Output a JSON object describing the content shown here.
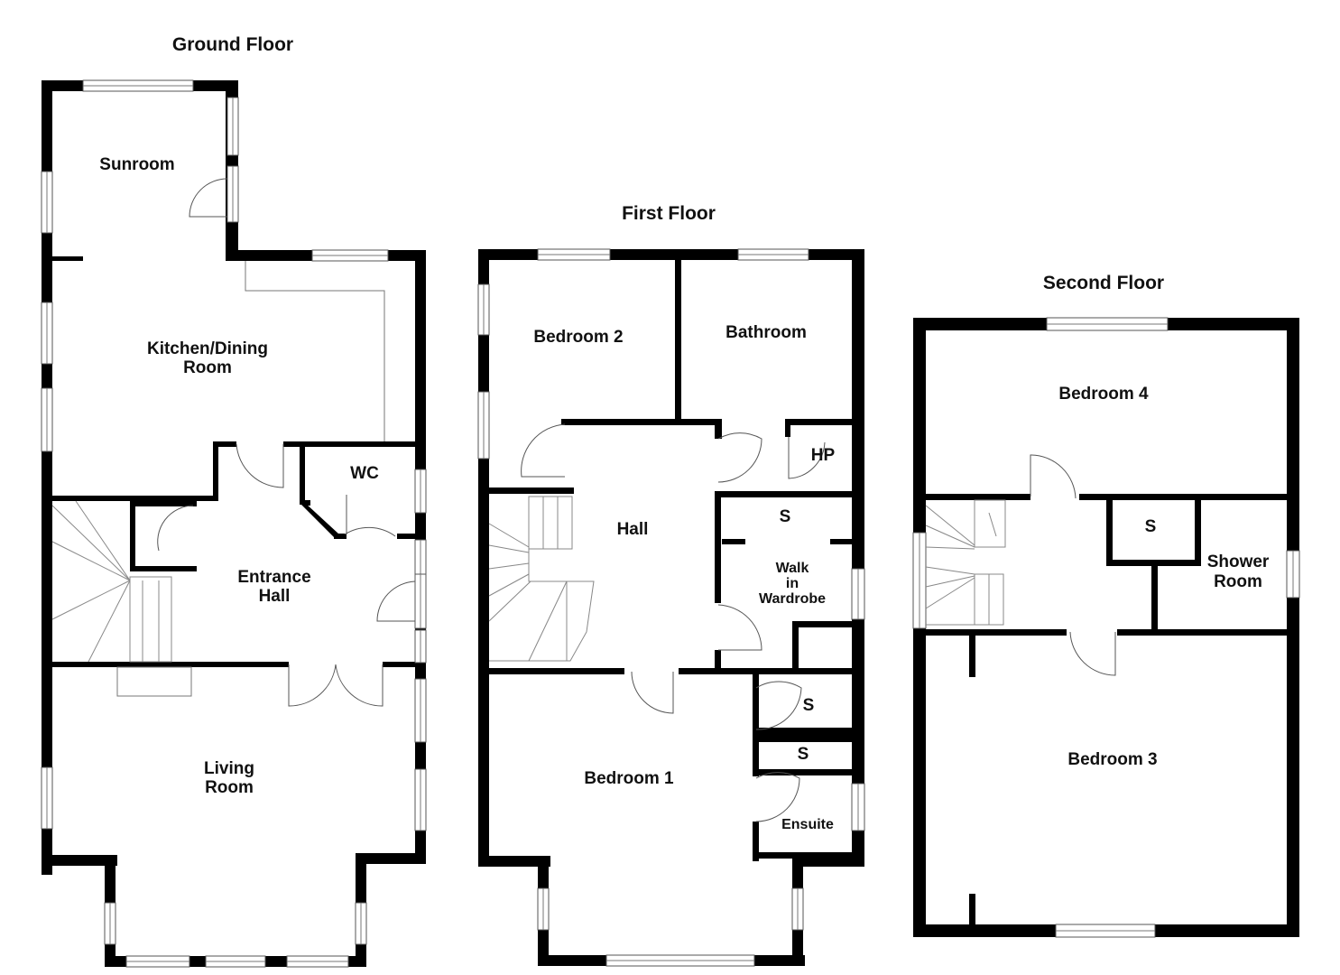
{
  "floors": {
    "ground": {
      "title": "Ground Floor",
      "rooms": {
        "sunroom": "Sunroom",
        "kitchen_line1": "Kitchen/Dining",
        "kitchen_line2": "Room",
        "wc": "WC",
        "entrance_line1": "Entrance",
        "entrance_line2": "Hall",
        "living_line1": "Living",
        "living_line2": "Room"
      }
    },
    "first": {
      "title": "First Floor",
      "rooms": {
        "bedroom2": "Bedroom 2",
        "bathroom": "Bathroom",
        "hp": "HP",
        "hall": "Hall",
        "s_wardrobe": "S",
        "walkin_line1": "Walk",
        "walkin_line2": "in",
        "walkin_line3": "Wardrobe",
        "s1": "S",
        "s2": "S",
        "bedroom1": "Bedroom 1",
        "ensuite": "Ensuite"
      }
    },
    "second": {
      "title": "Second Floor",
      "rooms": {
        "bedroom4": "Bedroom 4",
        "s": "S",
        "shower_line1": "Shower",
        "shower_line2": "Room",
        "bedroom3": "Bedroom 3"
      }
    }
  },
  "colors": {
    "wall": "#000000",
    "background": "#ffffff"
  }
}
